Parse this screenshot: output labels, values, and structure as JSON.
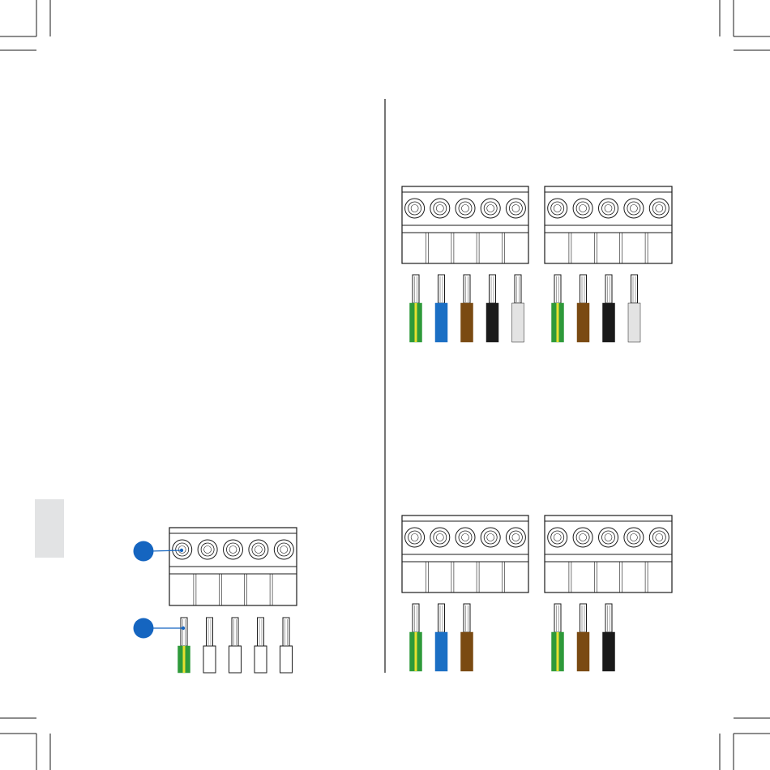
{
  "colors": {
    "outline": "#1a1a1a",
    "callout": "#1565c0",
    "tab": "#e2e3e4",
    "green": "#2e9a3a",
    "yellow": "#e8e030",
    "blue": "#1b6fc4",
    "brown": "#7a4a12",
    "black": "#1a1a1a",
    "grey": "#e3e3e3",
    "white": "#ffffff"
  },
  "callouts": [
    {
      "target": "terminal-screw"
    },
    {
      "target": "wire-strand"
    }
  ],
  "connectors": [
    {
      "id": "overview",
      "wires": [
        "green-yellow",
        "white",
        "white",
        "white",
        "white"
      ]
    },
    {
      "id": "top-left",
      "wires": [
        "green-yellow",
        "blue",
        "brown",
        "black",
        "grey"
      ]
    },
    {
      "id": "top-right",
      "wires": [
        "green-yellow",
        "brown",
        "black",
        "grey"
      ]
    },
    {
      "id": "bottom-left",
      "wires": [
        "green-yellow",
        "blue",
        "brown"
      ]
    },
    {
      "id": "bottom-right",
      "wires": [
        "green-yellow",
        "brown",
        "black"
      ]
    }
  ]
}
